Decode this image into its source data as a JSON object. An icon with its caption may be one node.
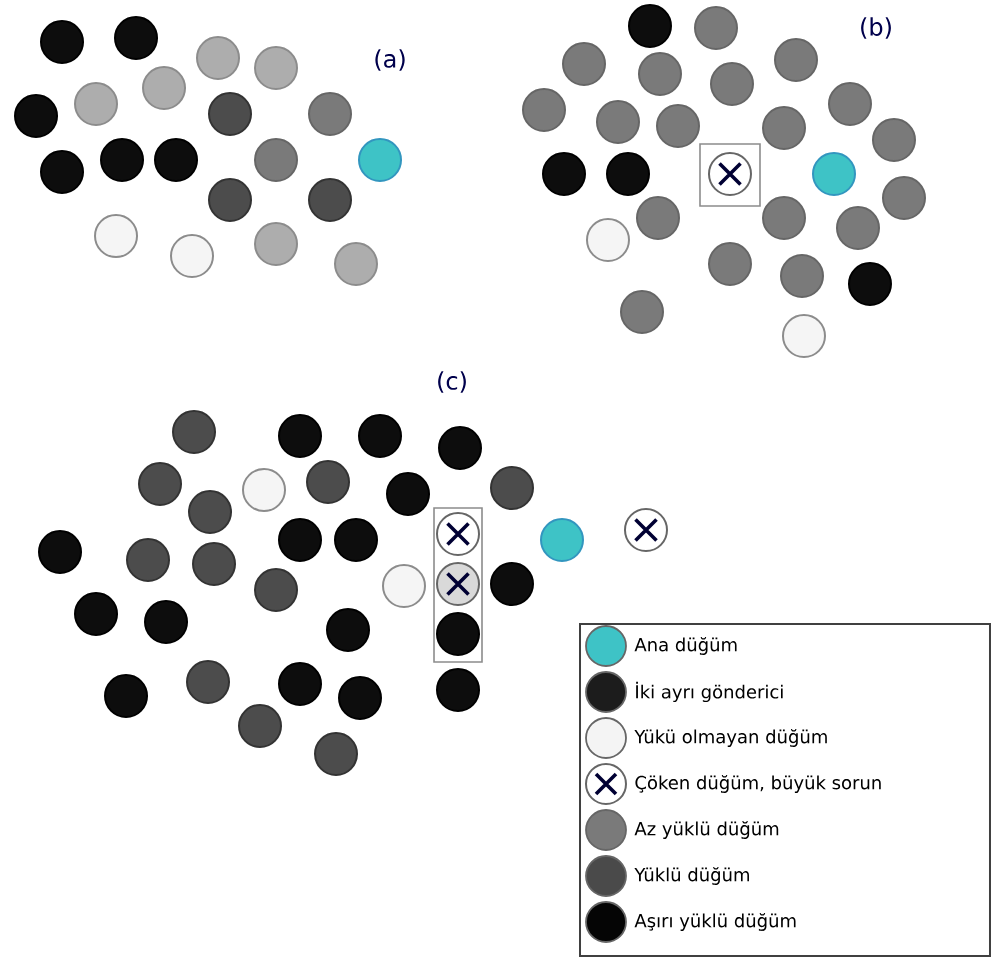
{
  "diagram": {
    "labels": [
      "(a)",
      "(b)",
      "(c)"
    ],
    "legend": [
      {
        "text": "Ana düğüm",
        "color": "#3ec3c6"
      },
      {
        "text": "İki ayrı gönderici",
        "color": "#1c1c1c"
      },
      {
        "text": "Yükü olmayan düğüm",
        "color": "#f4f4f4"
      },
      {
        "text": "Çöken düğüm, büyük sorun"
      },
      {
        "text": "Az yüklü düğüm",
        "color": "#7a7a7a"
      },
      {
        "text": "Yüklü düğüm",
        "color": "#4a4a4a"
      },
      {
        "text": "Aşırı yüklü düğüm",
        "color": "#050505"
      }
    ]
  }
}
